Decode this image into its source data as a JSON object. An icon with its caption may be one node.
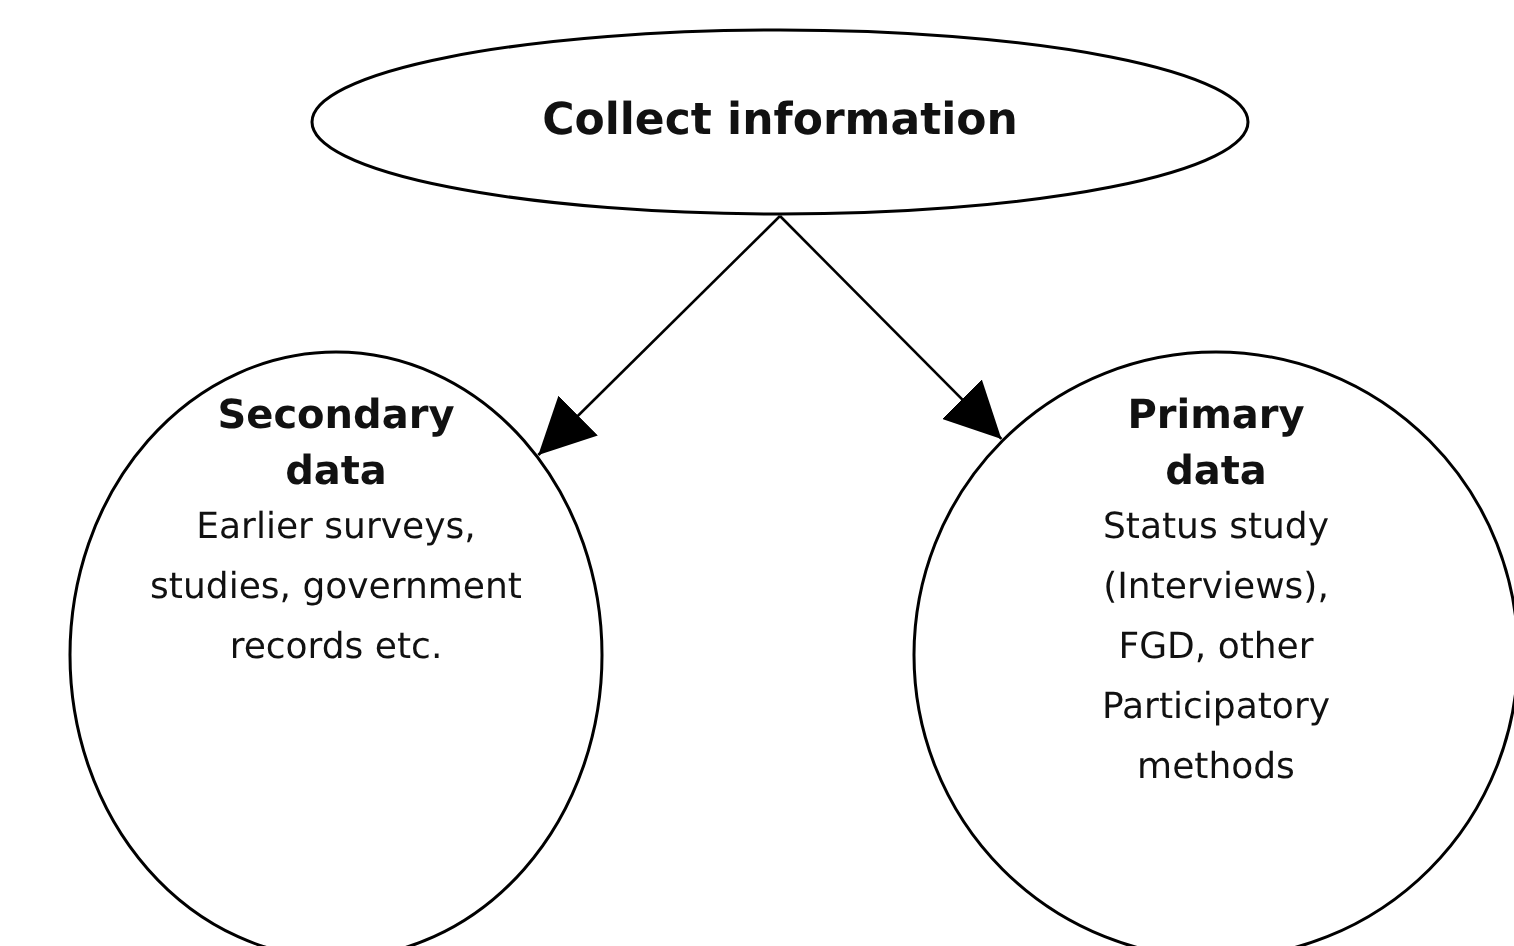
{
  "diagram": {
    "nodes": [
      {
        "text": [
          "Collect information"
        ]
      },
      {
        "text": [
          "Secondary data",
          "Earlier surveys, studies, government records etc."
        ]
      },
      {
        "text": [
          "Primary data",
          "Status study (Interviews), FGD, other Participatory methods"
        ]
      }
    ],
    "edges": [
      {
        "from": 0,
        "to": 1,
        "arrow": "to"
      },
      {
        "from": 0,
        "to": 2,
        "arrow": "to"
      }
    ]
  }
}
